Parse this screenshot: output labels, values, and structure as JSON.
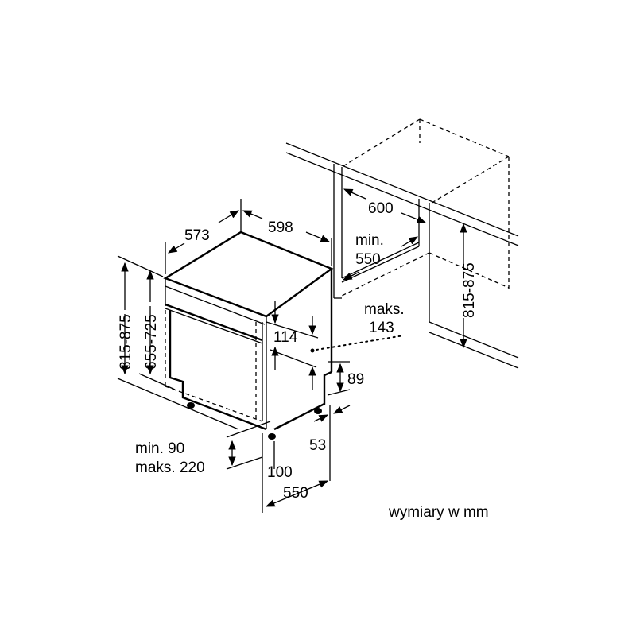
{
  "dimensions": {
    "depth": "573",
    "width": "598",
    "niche_width": "600",
    "niche_min_label": "min.",
    "niche_min_value": "550",
    "height_total": "815-875",
    "height_body": "655-725",
    "niche_height": "815-875",
    "panel_height": "114",
    "max_label": "maks.",
    "max_value": "143",
    "plinth_height": "89",
    "foot_offset": "53",
    "plinth_min": "min. 90",
    "plinth_max": "maks. 220",
    "plinth_depth": "100",
    "bottom_depth": "550"
  },
  "units_note": "wymiary w mm"
}
